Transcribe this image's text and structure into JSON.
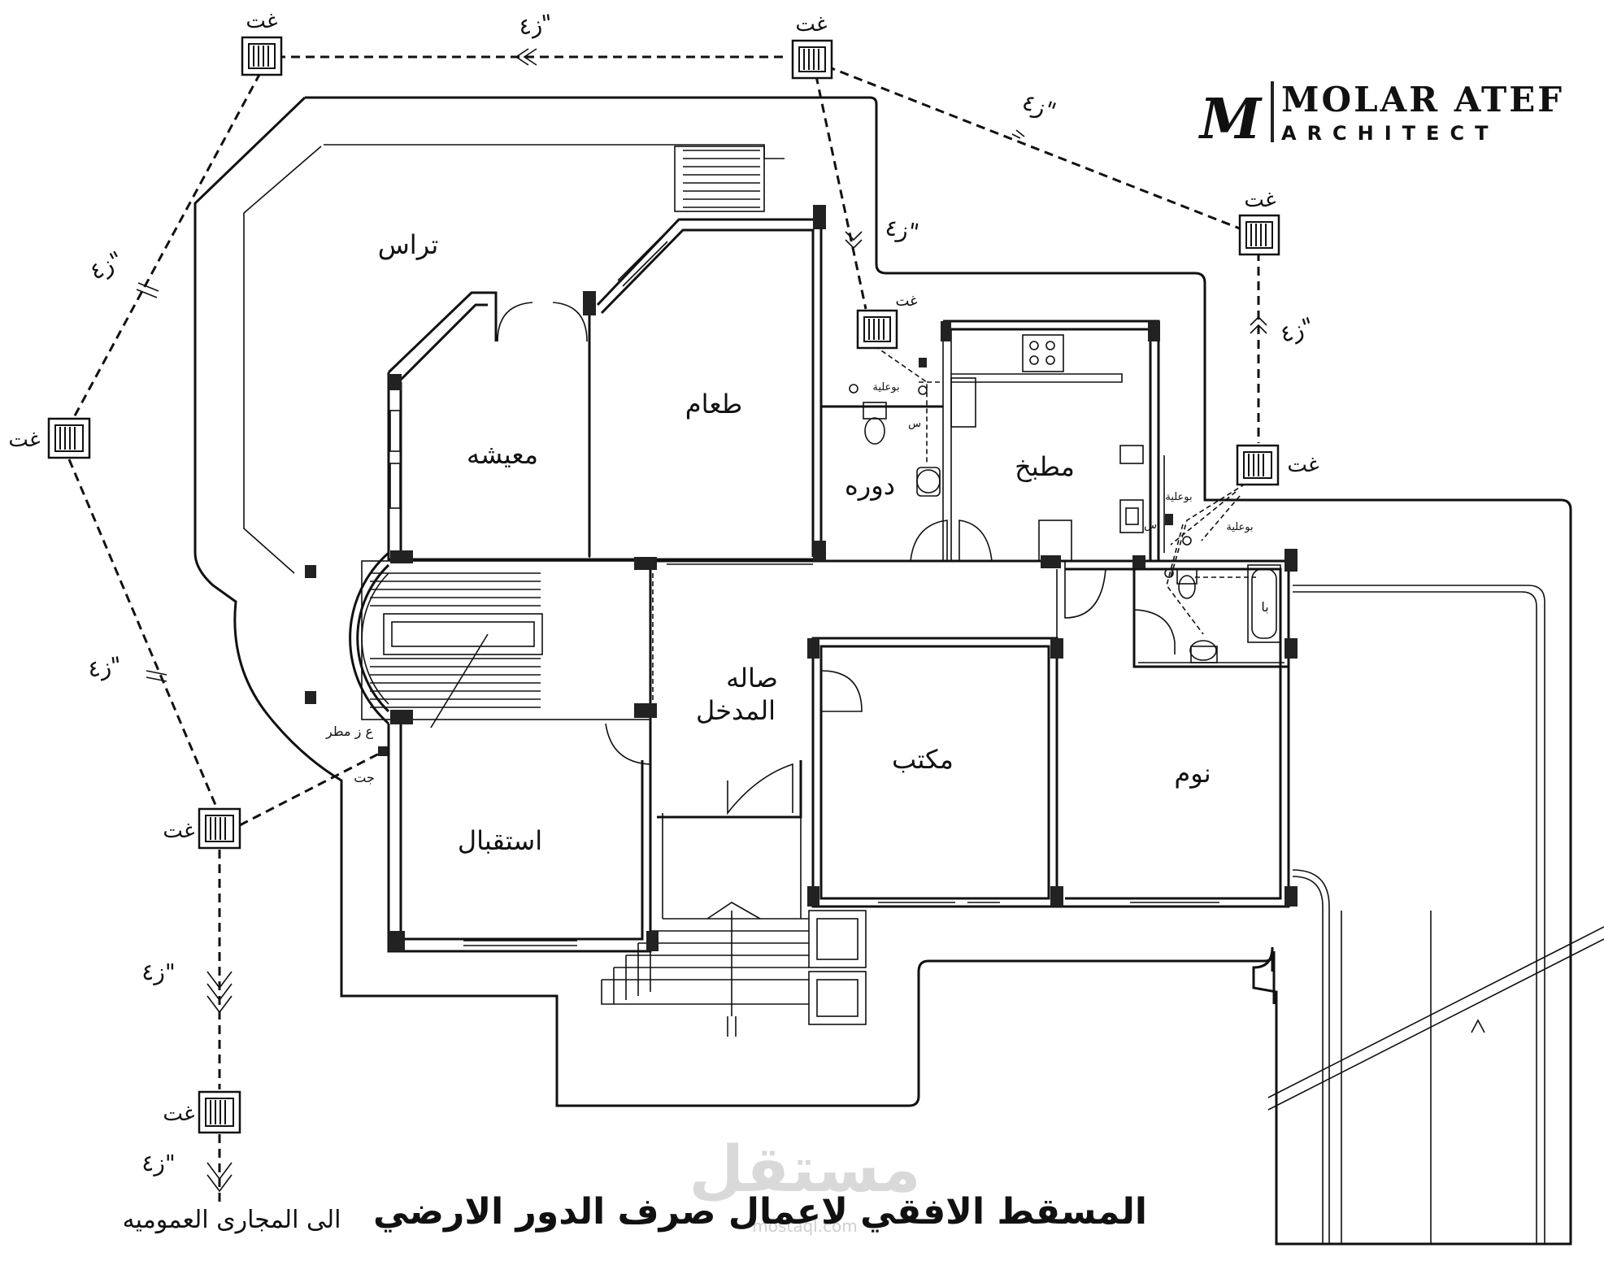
{
  "brand": {
    "name": "MOLAR ATEF",
    "subtitle": "ARCHITECT",
    "monogram": "M"
  },
  "rooms": {
    "terrace": "تراس",
    "dining": "طعام",
    "living": "معيشه",
    "wc": "دوره",
    "kitchen": "مطبخ",
    "entrance_hall_1": "صاله",
    "entrance_hall_2": "المدخل",
    "office": "مكتب",
    "bedroom": "نوم",
    "reception": "استقبال"
  },
  "manhole_label": "غت",
  "pipe_label": "ز٤\"",
  "fixture_labels": {
    "rain_pipe": "ع ز مطر",
    "gully": "جت",
    "bath": "با",
    "floor_drain": "بوعلية",
    "vent": "س"
  },
  "drawing_title": "المسقط الافقي لاعمال صرف الدور الارضي",
  "outlet_note": "الى المجارى العموميه",
  "watermark": {
    "main": "مستقل",
    "sub": "mostaql.com"
  },
  "colors": {
    "ink": "#111111",
    "background": "#ffffff",
    "watermark": "#d9d9d9"
  }
}
